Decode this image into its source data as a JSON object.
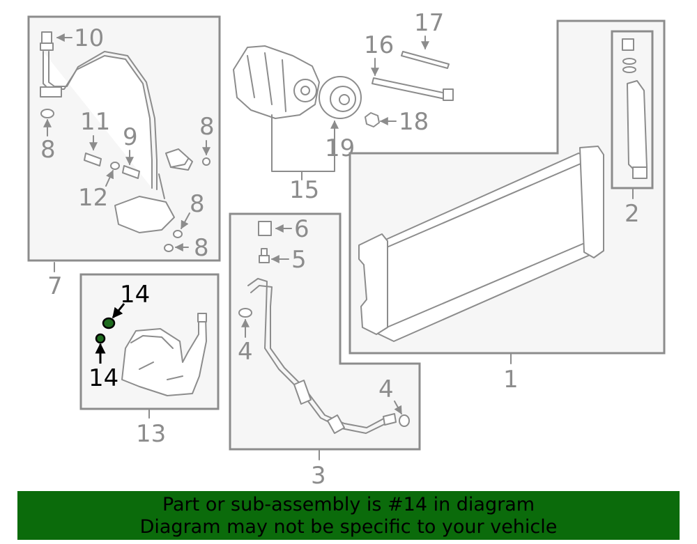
{
  "labels": {
    "l1": "1",
    "l2": "2",
    "l3": "3",
    "l4a": "4",
    "l4b": "4",
    "l5": "5",
    "l6": "6",
    "l7": "7",
    "l8a": "8",
    "l8b": "8",
    "l8c": "8",
    "l8d": "8",
    "l9": "9",
    "l10": "10",
    "l11": "11",
    "l12": "12",
    "l13": "13",
    "l14a": "14",
    "l14b": "14",
    "l15": "15",
    "l16": "16",
    "l17": "17",
    "l18": "18",
    "l19": "19"
  },
  "highlight": {
    "part_number": "14",
    "color": "#1e6b1e"
  },
  "banner": {
    "line1": "Part or sub-assembly is #14 in diagram",
    "line2": "Diagram may not be specific to your vehicle",
    "background": "#0b6b0b"
  }
}
